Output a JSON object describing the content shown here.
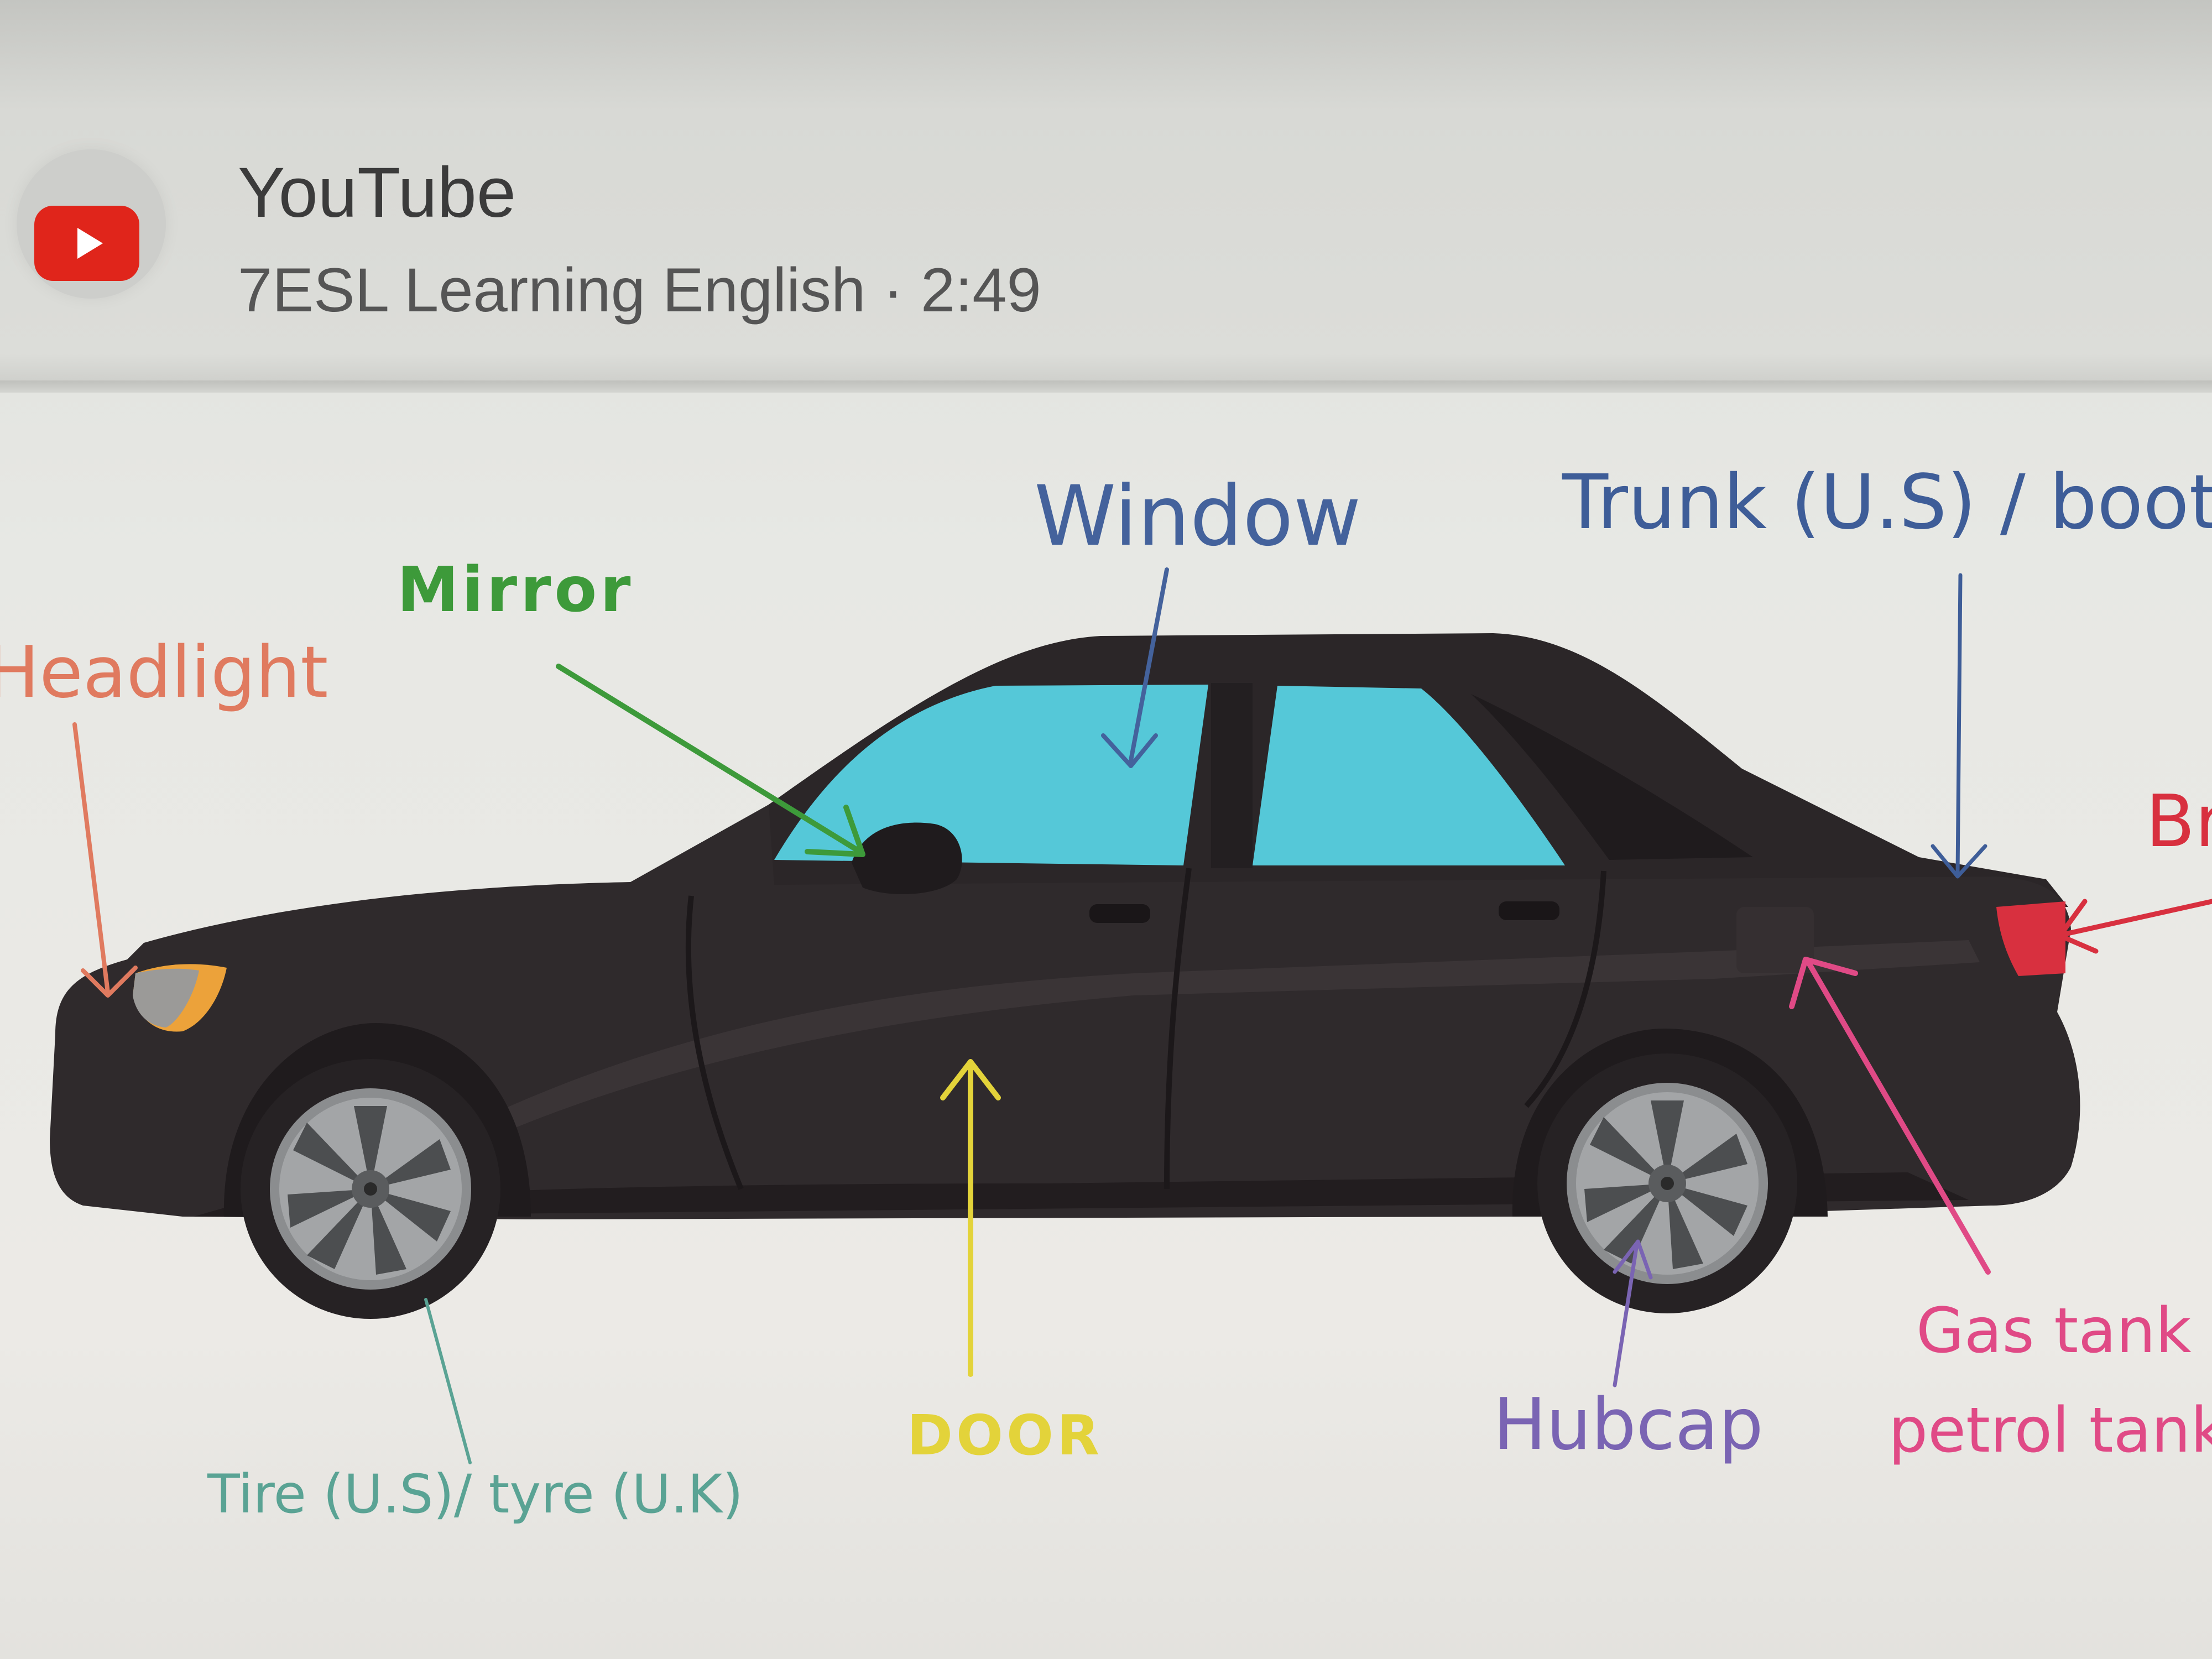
{
  "header": {
    "site_name": "YouTube",
    "video_meta": "7ESL Learning English · 2:49"
  },
  "labels": {
    "headlight": "Headlight",
    "mirror": "Mirror",
    "window": "Window",
    "trunk": "Trunk (U.S) / boot (U",
    "brake": "Br",
    "door": "DOOR",
    "tire": "Tire (U.S)/ tyre (U.K)",
    "hubcap": "Hubcap",
    "gas_tank_line1": "Gas tank (U",
    "gas_tank_line2": "petrol tank"
  },
  "colors": {
    "youtube_red": "#e0251b",
    "car_body": "#2a2527",
    "window_glass": "#4fc6d6",
    "headlight": "#e07a5f",
    "mirror": "#3d9a3a",
    "window": "#44629c",
    "trunk": "#3e5d98",
    "brake": "#d8303f",
    "door": "#e3d33a",
    "tire": "#5aa394",
    "hubcap": "#7a64b3",
    "gas_tank": "#e04a86"
  },
  "icons": {
    "logo": "youtube-play-icon"
  }
}
